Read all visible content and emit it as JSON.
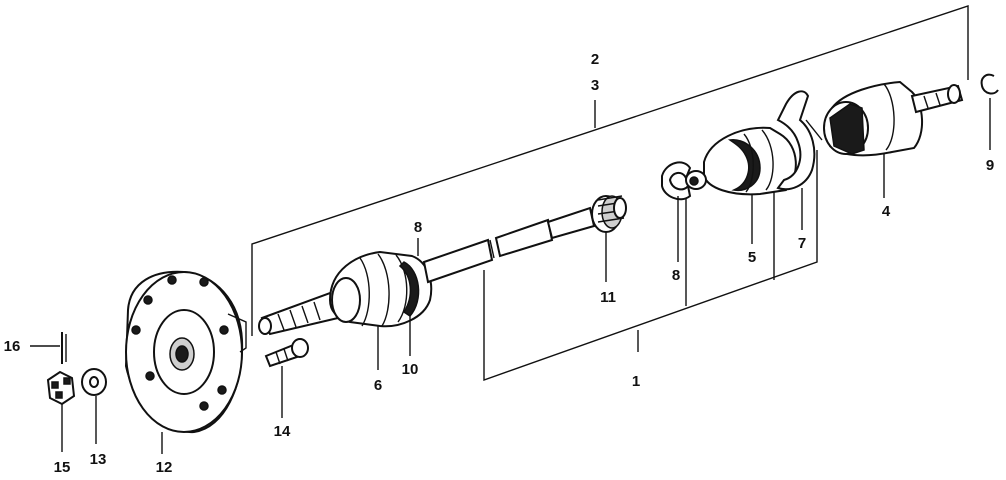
{
  "diagram": {
    "callouts": {
      "c1": "1",
      "c2": "2",
      "c3": "3",
      "c4": "4",
      "c5": "5",
      "c6": "6",
      "c7": "7",
      "c8a": "8",
      "c8b": "8",
      "c9": "9",
      "c10": "10",
      "c11": "11",
      "c12": "12",
      "c13": "13",
      "c14": "14",
      "c15": "15",
      "c16": "16"
    },
    "parts": [
      "axle-assembly",
      "cv-joint-housing",
      "outer-cv-joint",
      "boot-band",
      "snap-ring",
      "boot",
      "spline-shaft",
      "wheel-hub",
      "washer",
      "wheel-stud",
      "castle-nut",
      "cotter-pin"
    ],
    "colors": {
      "ink": "#111111",
      "paper": "#ffffff"
    }
  }
}
